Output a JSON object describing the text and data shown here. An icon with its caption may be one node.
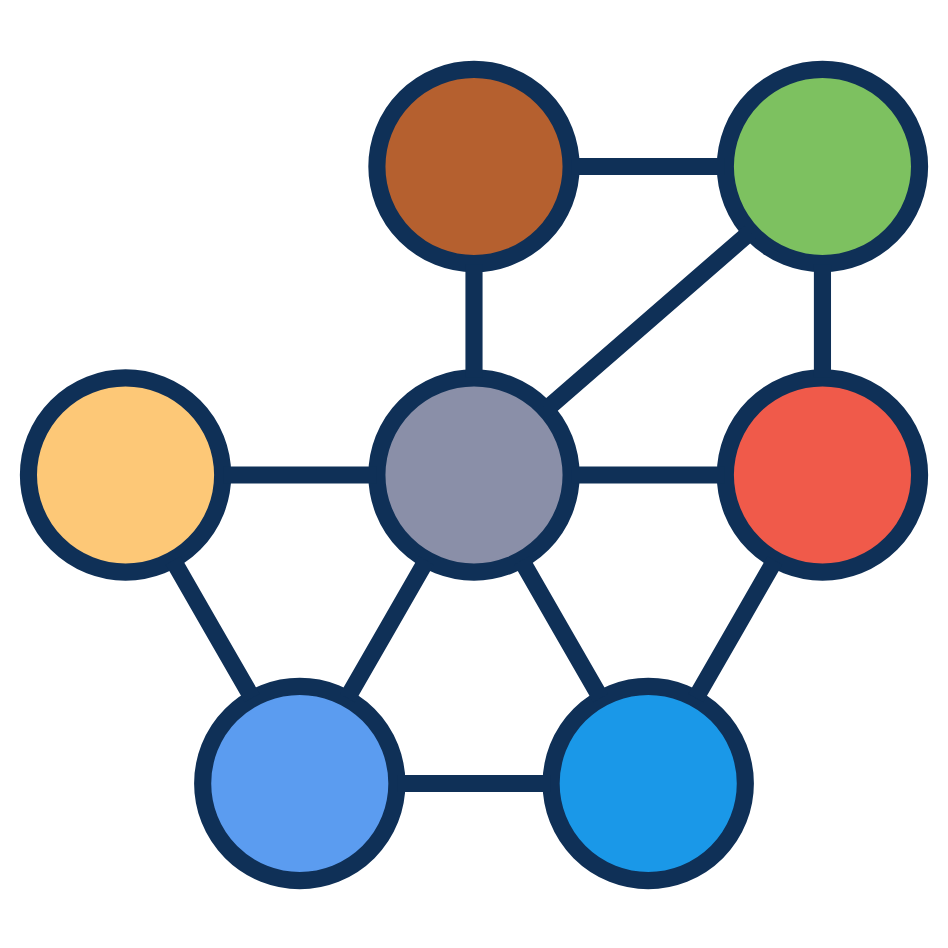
{
  "diagram": {
    "nodes": [
      {
        "text": [],
        "shape": "person"
      },
      {
        "text": [],
        "shape": "person"
      },
      {
        "text": [],
        "shape": "person"
      },
      {
        "text": [],
        "shape": "person"
      },
      {
        "text": [],
        "shape": "person"
      },
      {
        "text": [],
        "shape": "person"
      },
      {
        "text": [],
        "shape": "person"
      }
    ],
    "edges": [
      {
        "from": 0,
        "to": 1,
        "arrow": "none"
      },
      {
        "from": 0,
        "to": 3,
        "arrow": "none"
      },
      {
        "from": 1,
        "to": 3,
        "arrow": "none"
      },
      {
        "from": 1,
        "to": 4,
        "arrow": "none"
      },
      {
        "from": 2,
        "to": 3,
        "arrow": "none"
      },
      {
        "from": 3,
        "to": 4,
        "arrow": "none"
      },
      {
        "from": 2,
        "to": 5,
        "arrow": "none"
      },
      {
        "from": 3,
        "to": 5,
        "arrow": "none"
      },
      {
        "from": 3,
        "to": 6,
        "arrow": "none"
      },
      {
        "from": 4,
        "to": 6,
        "arrow": "none"
      },
      {
        "from": 5,
        "to": 6,
        "arrow": "none"
      }
    ]
  }
}
